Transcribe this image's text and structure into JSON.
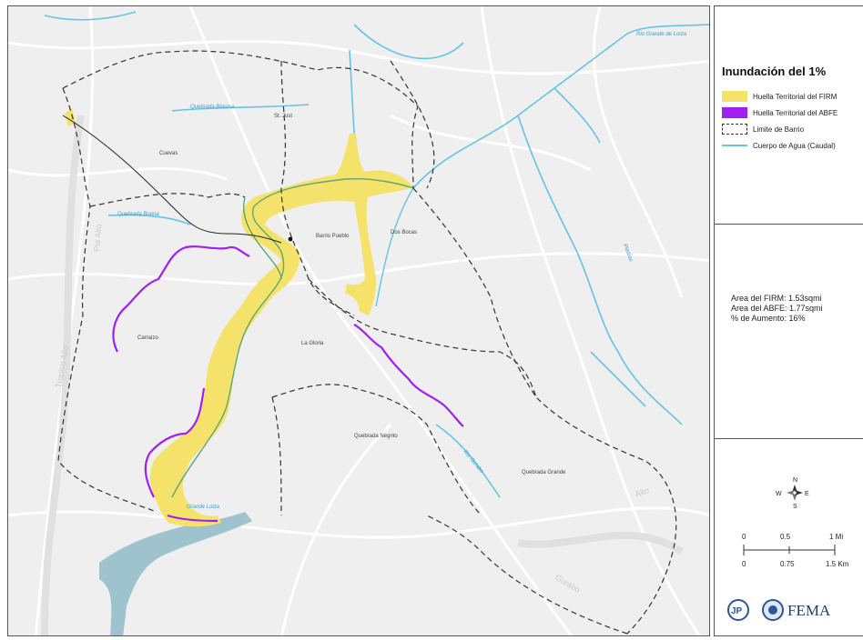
{
  "legend": {
    "title": "Inundación del 1%",
    "items": [
      {
        "label": "Huella Territorial del FIRM",
        "color": "#f5e26a"
      },
      {
        "label": "Huella Territorial del ABFE",
        "color": "#a020f0"
      },
      {
        "label": "Limite de Barrio",
        "color": "#333333"
      },
      {
        "label": "Cuerpo de Agua (Caudal)",
        "color": "#63c4e6"
      }
    ]
  },
  "stats": {
    "firm_area": "Area del FIRM: 1.53sqmi",
    "abfe_area": "Area del ABFE: 1.77sqmi",
    "increase": "% de Aumento: 16%"
  },
  "compass": {
    "n": "N",
    "s": "S",
    "e": "E",
    "w": "W"
  },
  "scale": {
    "miles": [
      "0",
      "0.5",
      "1 Mi"
    ],
    "km": [
      "0",
      "0.75",
      "1.5 Km"
    ]
  },
  "logos": {
    "jp": "JP",
    "fema": "FEMA"
  },
  "map_labels": {
    "st_just": "St. Just",
    "cuevas": "Cuevas",
    "barrio_pueblo": "Barrio Pueblo",
    "dos_bocas": "Dos Bocas",
    "carraizo": "Carraizo",
    "la_gloria": "La Gloria",
    "quebrada_negrito": "Quebrada Negrito",
    "quebrada_grande": "Quebrada Grande",
    "rio_grande_loiza": "Rio Grande de Loiza",
    "quebrada_blasina": "Quebrada Blasina",
    "quebrada_buena": "Quebrada Buena",
    "rio_gurabo": "Rio Gurabo",
    "tropico_alto": "Tropico Alto",
    "pia_alto": "Pia Alto",
    "alto": "Alto",
    "gurabo": "Gurabo",
    "piedras": "Piedras",
    "grande_loiza": "Grande Loiza"
  },
  "colors": {
    "firm": "#f5e26a",
    "abfe": "#a020f0",
    "water": "#63c4e6",
    "reservoir": "#9ec3cf",
    "road": "#ffffff",
    "boundary": "#333333",
    "land": "#efefef"
  }
}
